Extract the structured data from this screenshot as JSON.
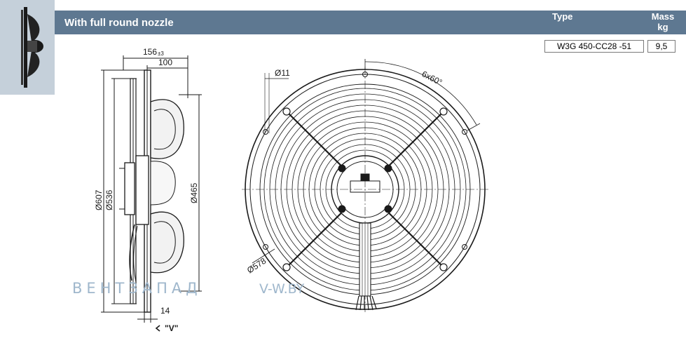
{
  "header": {
    "title": "With full round nozzle",
    "type_label": "Type",
    "mass_label_1": "Mass",
    "mass_label_2": "kg"
  },
  "product": {
    "type_value": "W3G 450-CC28  -51",
    "mass_value": "9,5"
  },
  "dimensions": {
    "depth_total": "156",
    "depth_tolerance": "±3",
    "depth_100": "100",
    "dia_607": "Ø607",
    "dia_536": "Ø536",
    "dia_465": "Ø465",
    "width_14": "14",
    "view_label": "\"V\"",
    "hole_dia": "Ø11",
    "angle": "6x60°",
    "dia_578": "Ø578"
  },
  "watermark": {
    "left": "ВЕНТЗАПАД",
    "right": "V-W.BY"
  },
  "colors": {
    "header_bg": "#5e7891",
    "thumb_bg": "#c5d0da",
    "line": "#1a1a1a",
    "watermark": "#9fb7cc"
  }
}
